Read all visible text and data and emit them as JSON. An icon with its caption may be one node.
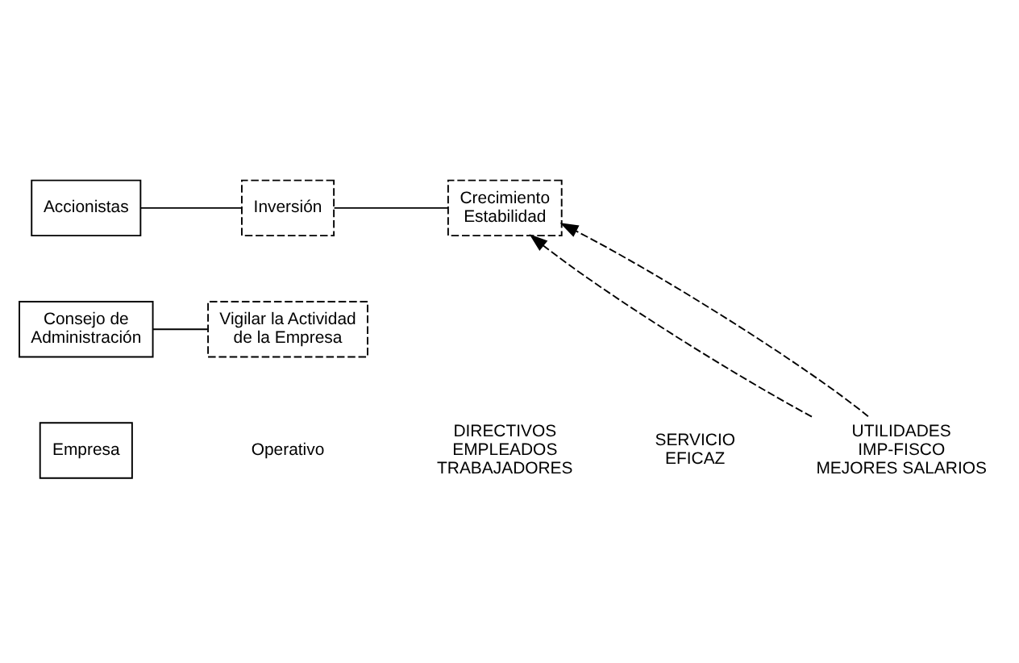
{
  "diagram": {
    "nodes": [
      {
        "text": [
          "Accionistas"
        ]
      },
      {
        "text": [
          "Inversión"
        ]
      },
      {
        "text": [
          "Crecimiento Estabilidad"
        ]
      },
      {
        "text": [
          "Consejo de Administración"
        ]
      },
      {
        "text": [
          "Vigilar la Actividad de la Empresa"
        ]
      },
      {
        "text": [
          "Empresa"
        ]
      },
      {
        "text": [
          "Operativo"
        ]
      },
      {
        "text": [
          "DIRECTIVOS EMPLEADOS TRABAJADORES"
        ]
      },
      {
        "text": [
          "SERVICIO EFICAZ"
        ]
      },
      {
        "text": [
          "UTILIDADES IMP-FISCO MEJORES SALARIOS"
        ]
      }
    ],
    "edges": [
      {
        "from": 0,
        "to": 1,
        "arrow": "none"
      },
      {
        "from": 1,
        "to": 2,
        "arrow": "none"
      },
      {
        "from": 3,
        "to": 4,
        "arrow": "none"
      },
      {
        "from": 9,
        "to": 2,
        "arrow": "to",
        "style": "dashed"
      },
      {
        "from": 9,
        "to": 2,
        "arrow": "to",
        "style": "dashed"
      }
    ]
  }
}
